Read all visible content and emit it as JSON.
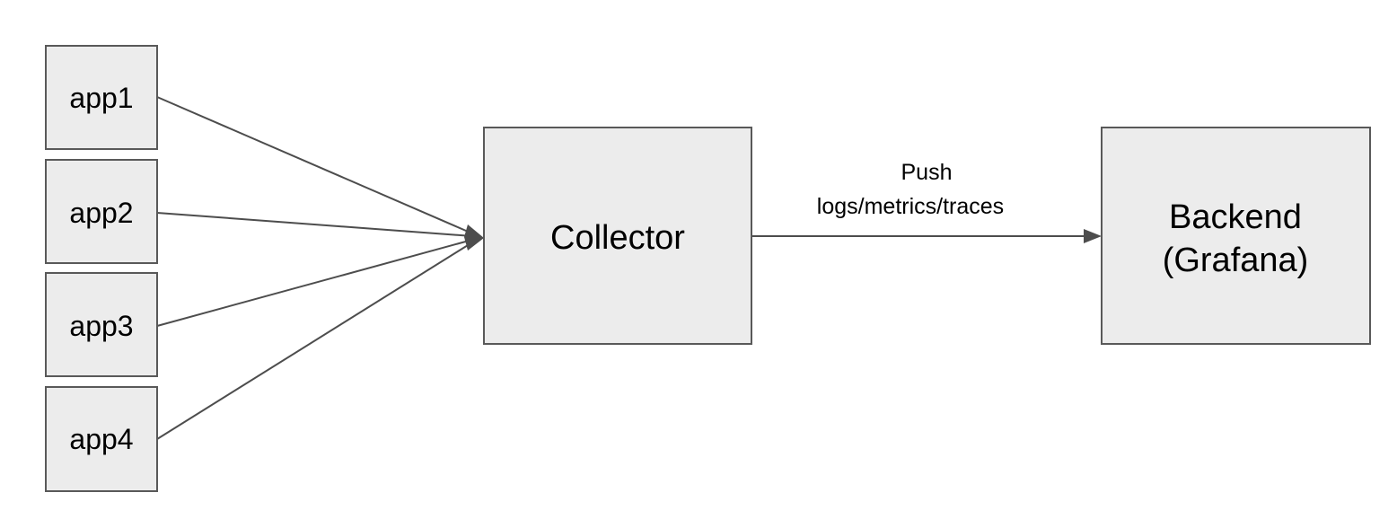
{
  "nodes": {
    "app1": {
      "label": "app1"
    },
    "app2": {
      "label": "app2"
    },
    "app3": {
      "label": "app3"
    },
    "app4": {
      "label": "app4"
    },
    "collector": {
      "label": "Collector"
    },
    "backend": {
      "label_line1": "Backend",
      "label_line2": "(Grafana)"
    }
  },
  "edges": {
    "collector_to_backend": {
      "label_line1": "Push",
      "label_line2": "logs/metrics/traces"
    }
  },
  "colors": {
    "box_fill": "#ececec",
    "box_stroke": "#595959",
    "line": "#4d4d4d"
  }
}
